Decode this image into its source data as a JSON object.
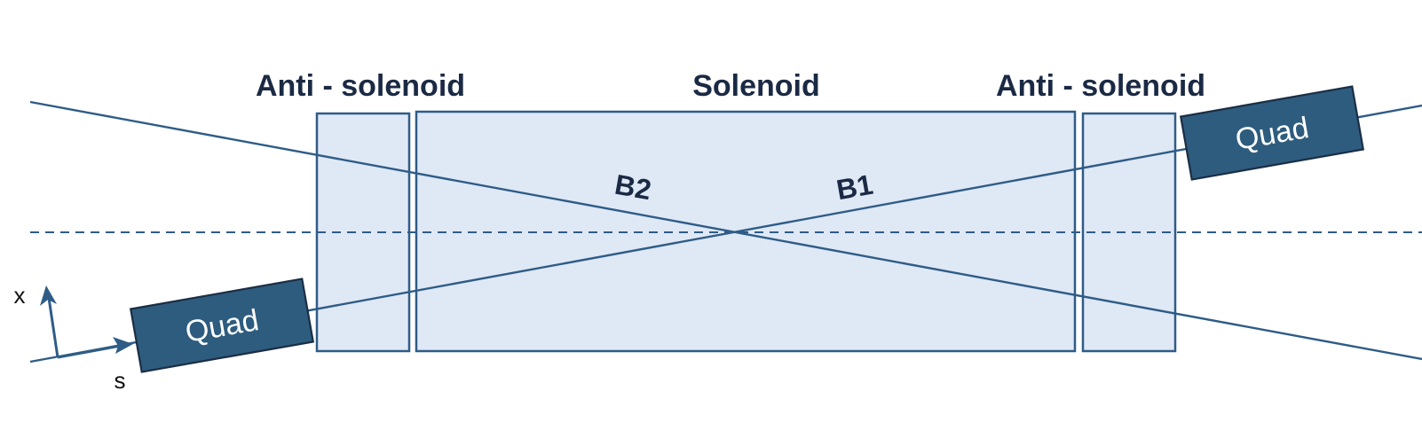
{
  "labels": {
    "anti_solenoid_left": "Anti - solenoid",
    "solenoid": "Solenoid",
    "anti_solenoid_right": "Anti - solenoid",
    "beam_b2": "B2",
    "beam_b1": "B1",
    "quad_left": "Quad",
    "quad_right": "Quad",
    "axis_x": "x",
    "axis_s": "s"
  }
}
